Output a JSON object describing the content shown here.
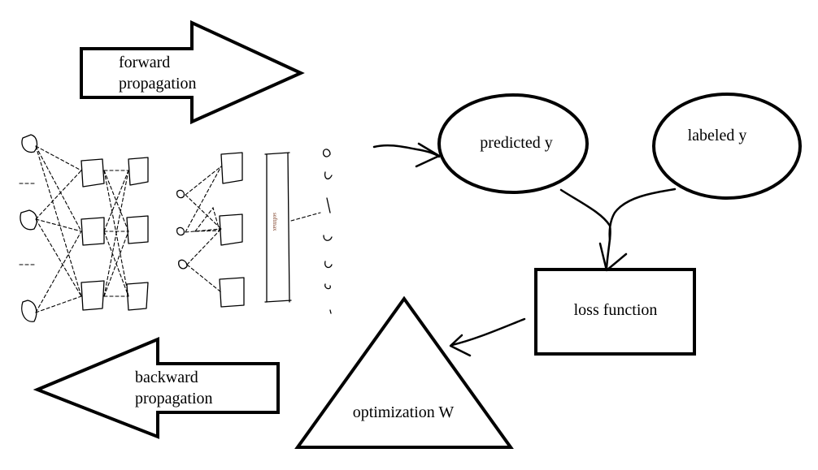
{
  "forward_arrow": {
    "line1": "forward",
    "line2": "propagation"
  },
  "backward_arrow": {
    "line1": "backward",
    "line2": "propagation"
  },
  "predicted_node": {
    "label": "predicted y"
  },
  "labeled_node": {
    "label": "labeled y"
  },
  "loss_node": {
    "label": "loss function"
  },
  "optimization_node": {
    "label": "optimization W"
  },
  "network_sketch": {
    "layer_text": "softmax"
  },
  "colors": {
    "ink": "#000000",
    "background": "#ffffff"
  }
}
